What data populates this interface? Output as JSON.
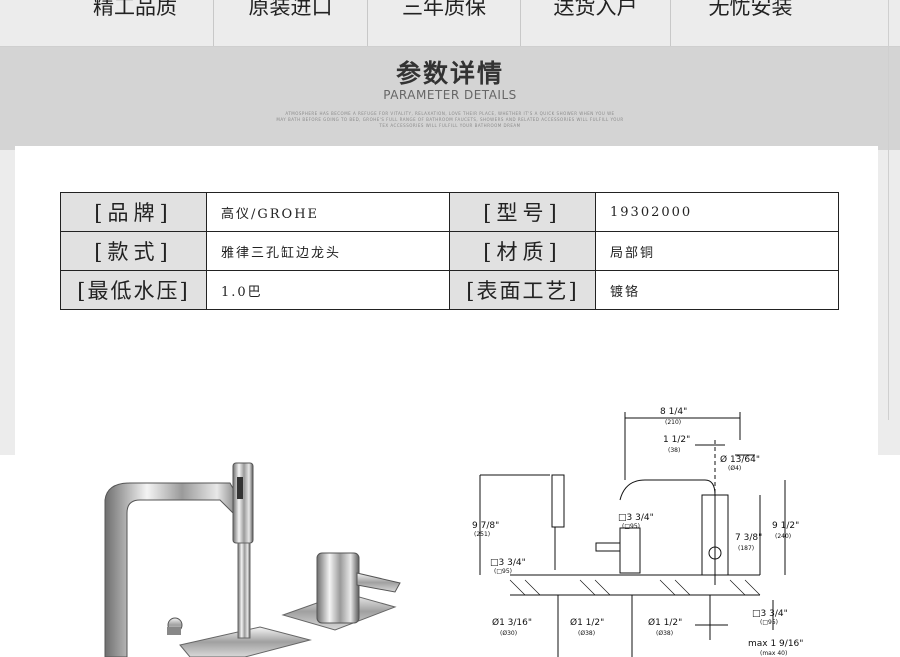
{
  "nav": {
    "items": [
      {
        "label": "精工品质"
      },
      {
        "label": "原装进口"
      },
      {
        "label": "三年质保"
      },
      {
        "label": "送货入户"
      },
      {
        "label": "无忧安装"
      }
    ]
  },
  "section": {
    "title_cn": "参数详情",
    "title_en": "PARAMETER DETAILS",
    "fine_print": [
      "ATMOSPHERE HAS BECOME A REFUGE FOR VITALITY, RELAXATION, LOVE THEIR PLACE, WHETHER IT'S A QUICK SHOWER WHEN YOU WE",
      "MAY BATH BEFORE GOING TO BED, GROHE'S FULL RANGE OF BATHROOM FAUCETS, SHOWERS AND RELATED ACCESSORIES WILL FULFILL YOUR",
      "TEX ACCESSORIES WILL FULFILL YOUR BATHROOM DREAM"
    ]
  },
  "params": {
    "rows": [
      {
        "k1": "[品牌]",
        "v1": "高仪/GROHE",
        "k2": "[型号]",
        "v2": "19302000"
      },
      {
        "k1": "[款式]",
        "v1": "雅律三孔缸边龙头",
        "k2": "[材质]",
        "v2": "局部铜"
      },
      {
        "k1": "[最低水压]",
        "v1": "1.0巴",
        "k2": "[表面工艺]",
        "v2": "镀铬"
      }
    ]
  },
  "drawing": {
    "labels": {
      "w_total": "8 1/4\"",
      "w_total_mm": "(210)",
      "w_hole": "1 1/2\"",
      "w_hole_mm": "(38)",
      "w_small": "Ø 13/64\"",
      "w_small_mm": "(Ø4)",
      "h_left": "9 7/8\"",
      "h_left_mm": "(251)",
      "sq_mid": "□3 3/4\"",
      "sq_mid_mm": "(□95)",
      "sq_left": "□3 3/4\"",
      "sq_left_mm": "(□95)",
      "h_spout": "7 3/8\"",
      "h_spout_mm": "(187)",
      "h_right": "9 1/2\"",
      "h_right_mm": "(240)",
      "d_left": "Ø1 3/16\"",
      "d_left_mm": "(Ø30)",
      "d_mid": "Ø1 1/2\"",
      "d_mid_mm": "(Ø38)",
      "d_right": "Ø1 1/2\"",
      "d_right_mm": "(Ø38)",
      "sq_right": "□3 3/4\"",
      "sq_right_mm": "(□95)",
      "max": "max 1 9/16\"",
      "max_mm": "(max 40)"
    }
  }
}
